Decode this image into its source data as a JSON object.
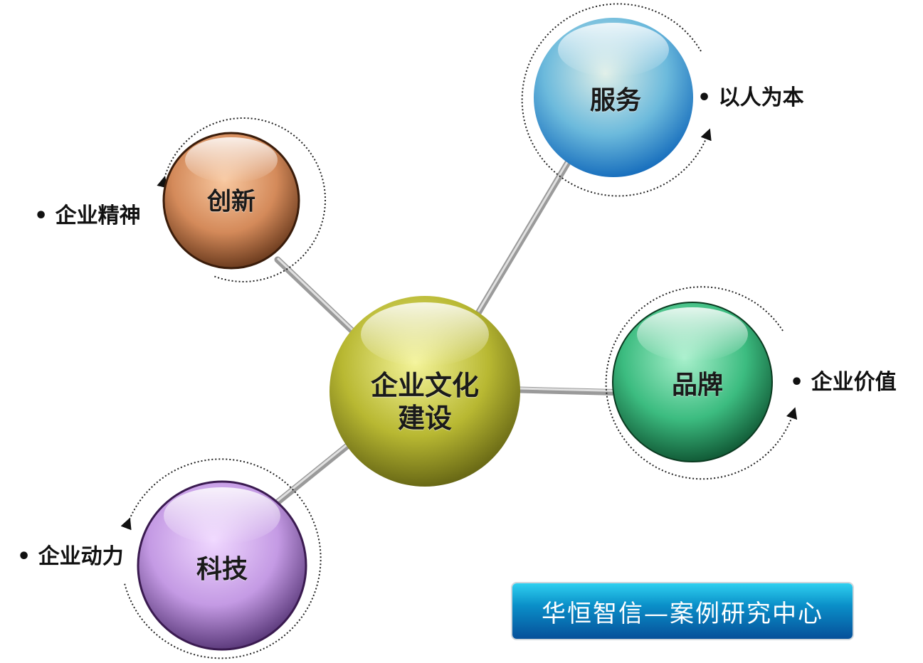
{
  "center": {
    "line1": "企业文化",
    "line2": "建设",
    "color": "#b5b52a"
  },
  "nodes": [
    {
      "title": "创新",
      "label": "• 企业精神",
      "color": "#c87a4a"
    },
    {
      "title": "服务",
      "label": "• 以人为本",
      "color": "#3a9ad8"
    },
    {
      "title": "品牌",
      "label": "• 企业价值",
      "color": "#2a9a66"
    },
    {
      "title": "科技",
      "label": "• 企业动力",
      "color": "#a67cc8"
    }
  ],
  "banner": {
    "text": "华恒智信—案例研究中心"
  }
}
